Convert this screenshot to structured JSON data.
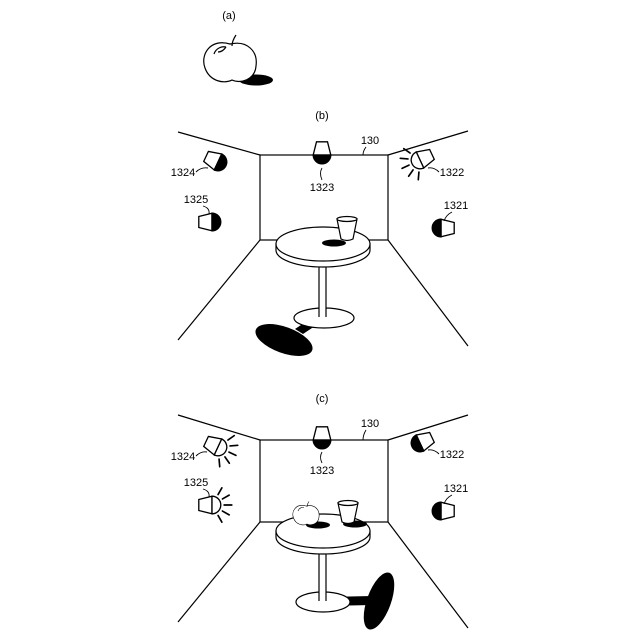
{
  "panel_a": {
    "label": "(a)"
  },
  "panel_b": {
    "label": "(b)",
    "room_ref": "130",
    "lights": [
      {
        "ref": "1324",
        "lit": false
      },
      {
        "ref": "1323",
        "lit": false
      },
      {
        "ref": "1322",
        "lit": true
      },
      {
        "ref": "1325",
        "lit": false
      },
      {
        "ref": "1321",
        "lit": false
      }
    ]
  },
  "panel_c": {
    "label": "(c)",
    "room_ref": "130",
    "lights": [
      {
        "ref": "1324",
        "lit": true
      },
      {
        "ref": "1323",
        "lit": false
      },
      {
        "ref": "1322",
        "lit": false
      },
      {
        "ref": "1325",
        "lit": true
      },
      {
        "ref": "1321",
        "lit": false
      }
    ]
  },
  "colors": {
    "ink": "#000000",
    "paper": "#ffffff"
  }
}
